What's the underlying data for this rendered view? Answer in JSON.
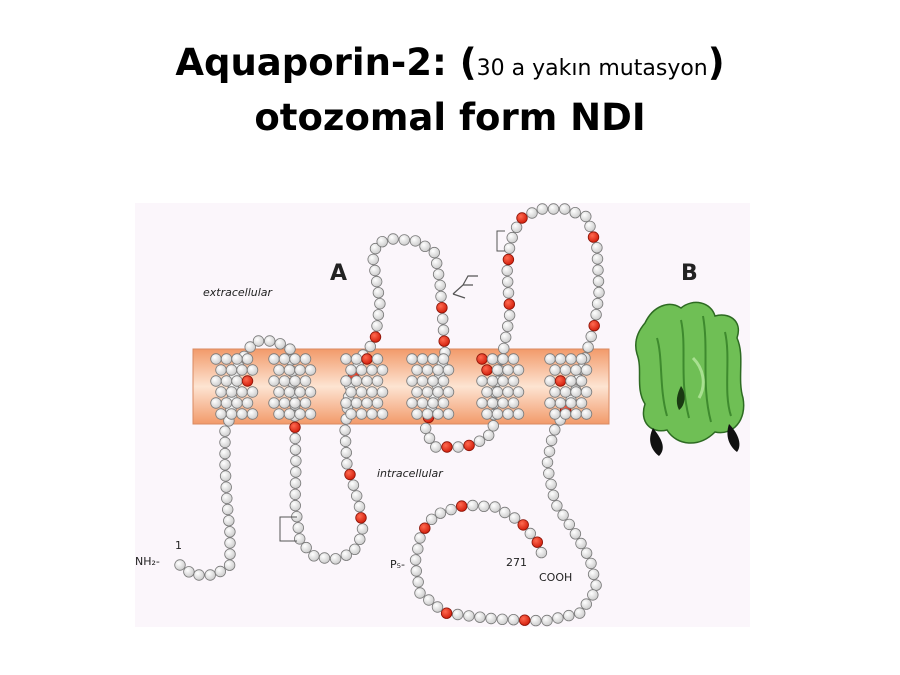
{
  "slide": {
    "title_main": "Aquaporin-2: (",
    "title_paren": "30 a yakın mutasyon",
    "title_close": ")",
    "title_line2": "otozomal form NDI"
  },
  "figure": {
    "panel_a": "A",
    "panel_b": "B",
    "extracellular": "extracellular",
    "intracellular": "intracellular",
    "nh2": "NH₂-",
    "res_1": "1",
    "res_271": "271",
    "cooh": "COOH",
    "p_label": "P₅-"
  },
  "colors": {
    "membrane": "#f7b48f",
    "residue": "#e2e2e2",
    "mutation": "#e02410",
    "domain_b": "#6fbf55"
  }
}
